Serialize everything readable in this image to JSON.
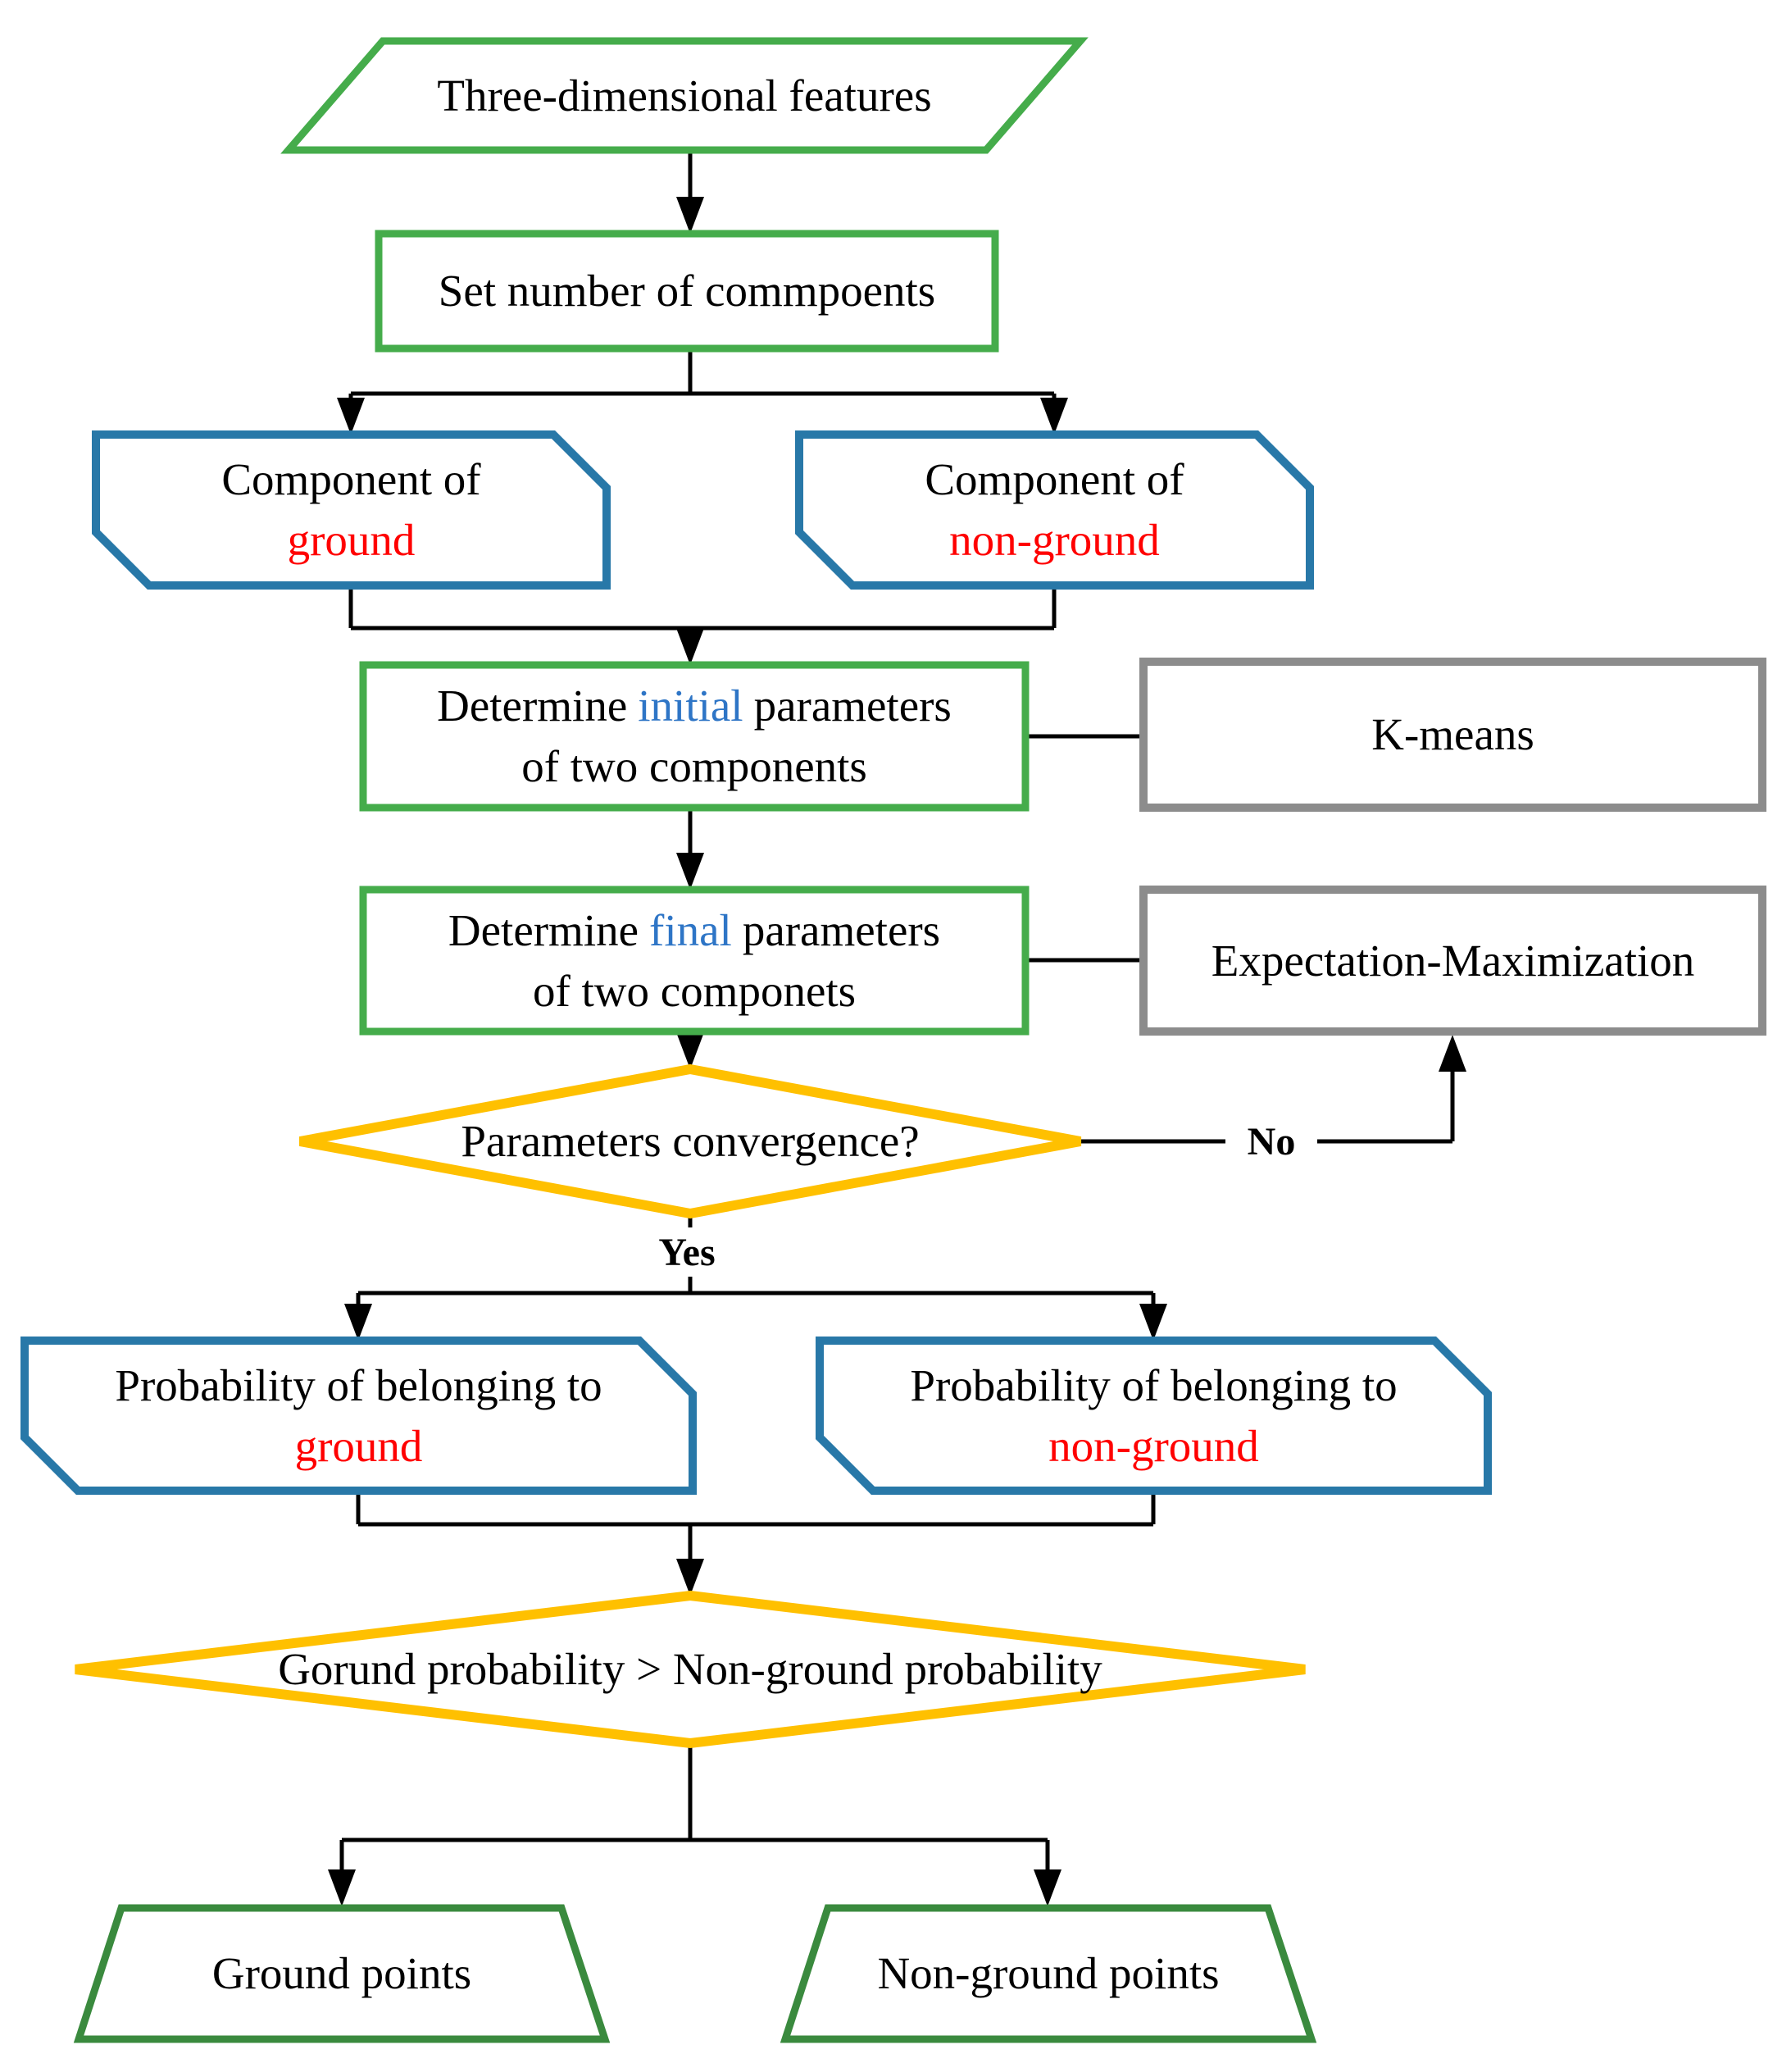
{
  "colors": {
    "green_bright": "#45AC4B",
    "green_dark": "#3A8A3E",
    "blue_shape": "#2878A8",
    "gray_shape": "#8C8C8C",
    "yellow_shape": "#FFC000",
    "red_text": "#FF0000",
    "blue_text": "#2E75C6",
    "line_black": "#000000"
  },
  "nodes": {
    "input": {
      "label": "Three-dimensional features"
    },
    "set_components": {
      "label": "Set number of commpoents"
    },
    "component_ground": {
      "line1": "Component of",
      "line2": "ground"
    },
    "component_nonground": {
      "line1": "Component of",
      "line2": "non-ground"
    },
    "determine_initial": {
      "prefix": "Determine",
      "highlight": "initial",
      "suffix": "parameters",
      "line2": "of two components"
    },
    "kmeans": {
      "label": "K-means"
    },
    "determine_final": {
      "prefix": "Determine",
      "highlight": "final",
      "suffix": "parameters",
      "line2": "of two componets"
    },
    "expectation_maximization": {
      "label": "Expectation-Maximization"
    },
    "convergence_decision": {
      "label": "Parameters convergence?"
    },
    "prob_ground": {
      "line1": "Probability of belonging to",
      "line2": "ground"
    },
    "prob_nonground": {
      "line1": "Probability of belonging to",
      "line2": "non-ground"
    },
    "compare_decision": {
      "label": "Gorund probability > Non-ground probability"
    },
    "ground_points": {
      "label": "Ground points"
    },
    "nonground_points": {
      "label": "Non-ground points"
    }
  },
  "edges": {
    "yes_label": "Yes",
    "no_label": "No"
  }
}
